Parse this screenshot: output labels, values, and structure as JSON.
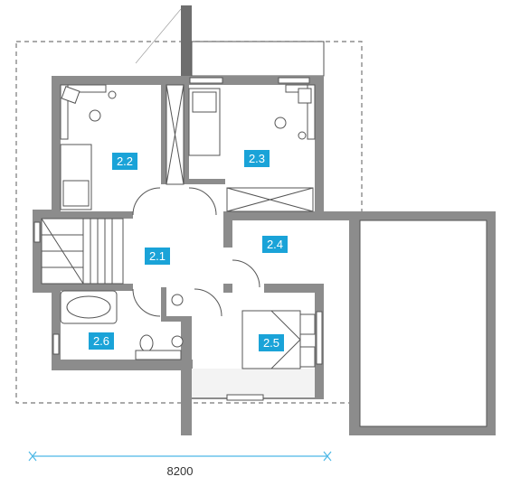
{
  "rooms": [
    {
      "id": "r22",
      "label": "2.2"
    },
    {
      "id": "r23",
      "label": "2.3"
    },
    {
      "id": "r21",
      "label": "2.1"
    },
    {
      "id": "r24",
      "label": "2.4"
    },
    {
      "id": "r26",
      "label": "2.6"
    },
    {
      "id": "r25",
      "label": "2.5"
    }
  ],
  "dimension": {
    "label": "8200"
  },
  "colors": {
    "label_bg": "#1aa3d8",
    "walls": "#8c8c8c",
    "dimension_line": "#4db8e6"
  }
}
